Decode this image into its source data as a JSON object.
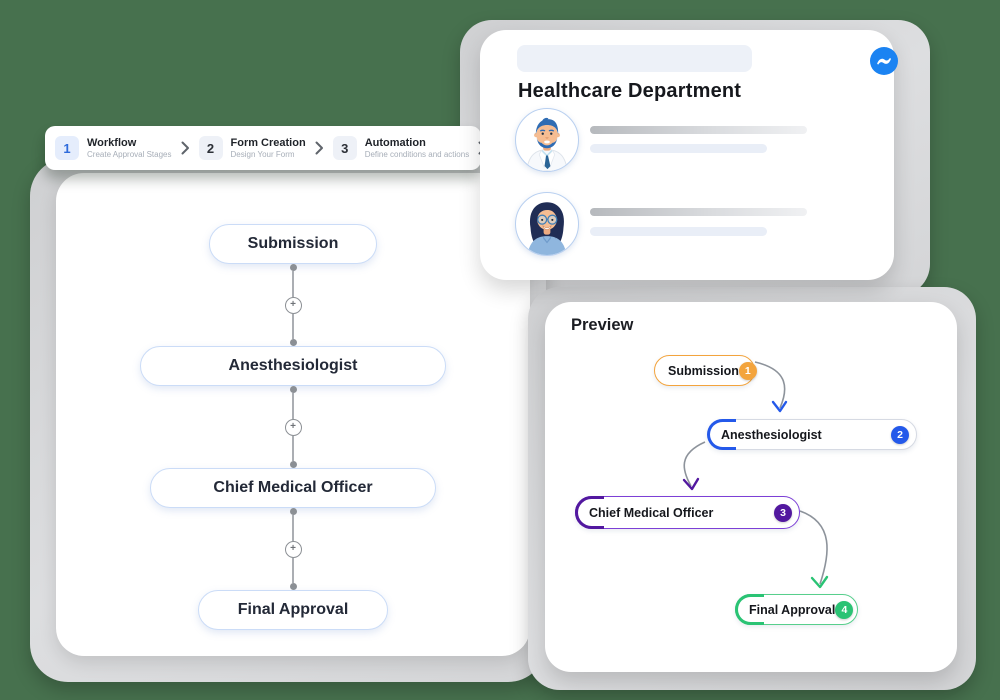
{
  "theme": {
    "background_green": "#47714e",
    "backdrop_gray": "#d6d7d9",
    "card_white": "#ffffff",
    "primary_blue": "#2e6bdb"
  },
  "stepper": {
    "steps": [
      {
        "number": "1",
        "label": "Workflow",
        "description": "Create Approval Stages",
        "active": true
      },
      {
        "number": "2",
        "label": "Form Creation",
        "description": "Design Your Form",
        "active": false
      },
      {
        "number": "3",
        "label": "Automation",
        "description": "Define conditions and actions",
        "active": false
      }
    ]
  },
  "workflow_panel": {
    "add_icon": "+",
    "stages": [
      {
        "label": "Submission"
      },
      {
        "label": "Anesthesiologist"
      },
      {
        "label": "Chief Medical Officer"
      },
      {
        "label": "Final Approval"
      }
    ]
  },
  "department_card": {
    "title": "Healthcare Department",
    "logo_icon": "wave-logo",
    "logo_color": "#1b83f2",
    "members": [
      {
        "avatar": "male-doctor"
      },
      {
        "avatar": "female-doctor"
      }
    ]
  },
  "preview_card": {
    "title": "Preview",
    "nodes": [
      {
        "label": "Submission",
        "number": "1",
        "accent": "#f3a43d",
        "border": "#f3a43d"
      },
      {
        "label": "Anesthesiologist",
        "number": "2",
        "accent": "#2459ea",
        "border": "#d6dae3"
      },
      {
        "label": "Chief Medical Officer",
        "number": "3",
        "accent": "#52189f",
        "border": "#7c3fd6"
      },
      {
        "label": "Final Approval",
        "number": "4",
        "accent": "#2ac374",
        "border": "#57cf8c"
      }
    ]
  }
}
